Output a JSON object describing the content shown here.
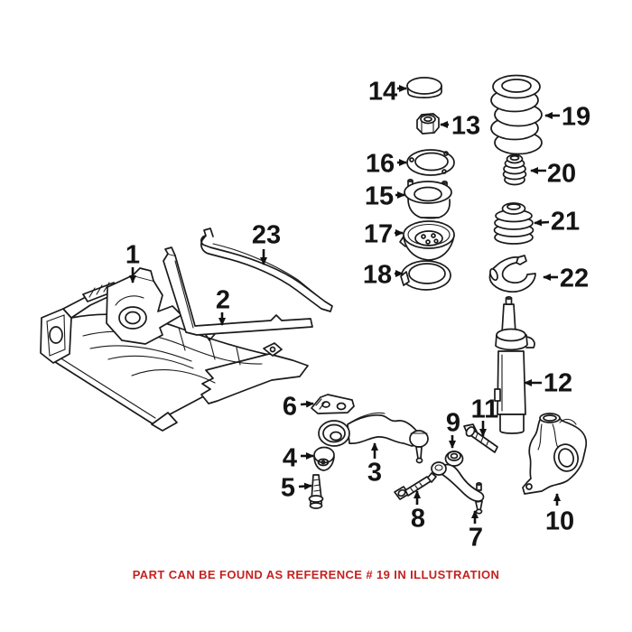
{
  "figure": {
    "parts": [
      {
        "ref": "1"
      },
      {
        "ref": "2"
      },
      {
        "ref": "3"
      },
      {
        "ref": "4"
      },
      {
        "ref": "5"
      },
      {
        "ref": "6"
      },
      {
        "ref": "7"
      },
      {
        "ref": "8"
      },
      {
        "ref": "9"
      },
      {
        "ref": "10"
      },
      {
        "ref": "11"
      },
      {
        "ref": "12"
      },
      {
        "ref": "13"
      },
      {
        "ref": "14"
      },
      {
        "ref": "15"
      },
      {
        "ref": "16"
      },
      {
        "ref": "17"
      },
      {
        "ref": "18"
      },
      {
        "ref": "19"
      },
      {
        "ref": "20"
      },
      {
        "ref": "21"
      },
      {
        "ref": "22"
      },
      {
        "ref": "23"
      }
    ]
  },
  "caption": {
    "text": "PART CAN BE FOUND AS REFERENCE # 19 IN ILLUSTRATION",
    "reference_number": "19"
  },
  "colors": {
    "caption_red": "#c42220",
    "line_art": "#1a1a1a",
    "background": "#ffffff"
  }
}
